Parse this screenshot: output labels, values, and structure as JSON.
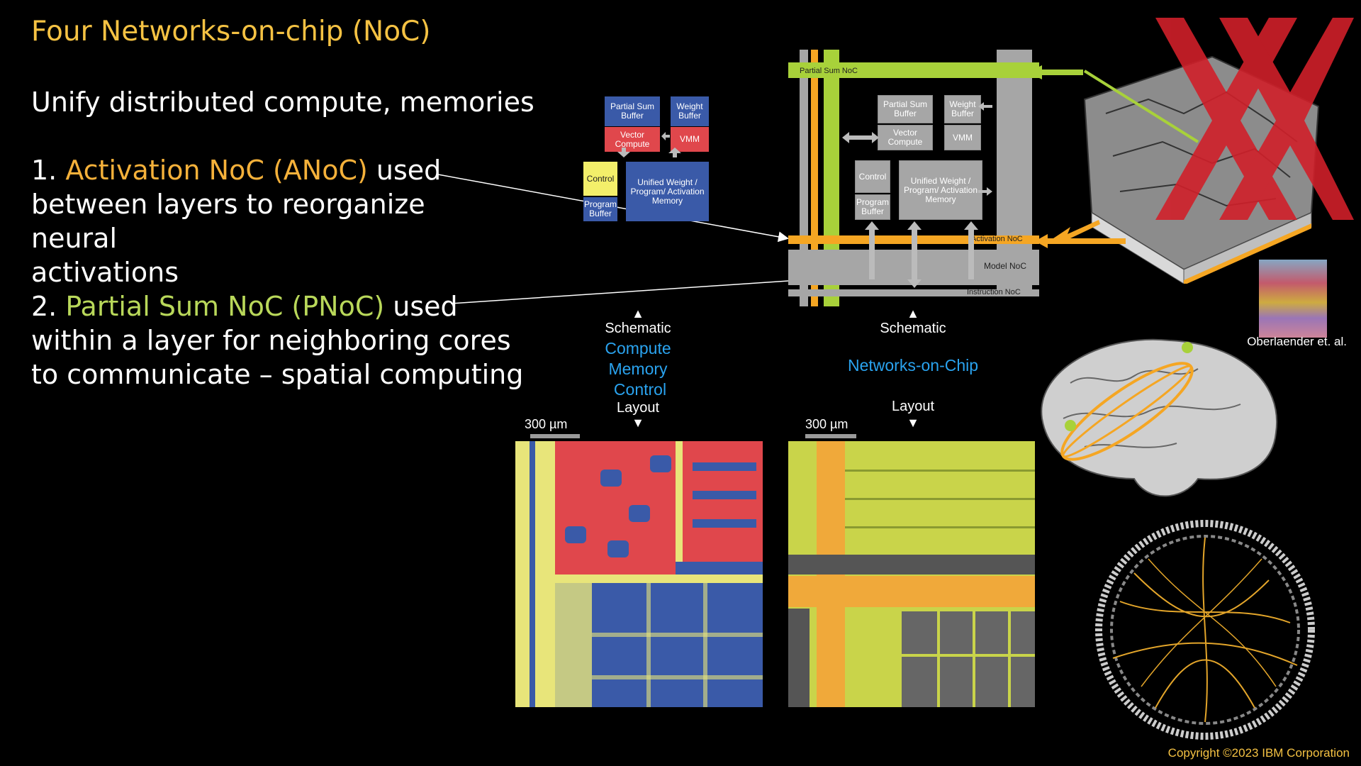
{
  "slide": {
    "title": "Four Networks-on-chip (NoC)",
    "subtitle": "Unify distributed compute, memories",
    "item1": {
      "number": "1. ",
      "highlight": "Activation NoC (ANoC)",
      "rest_line1": " used",
      "line2": "between layers to reorganize neural",
      "line3": "activations"
    },
    "item2": {
      "number": "2. ",
      "highlight": "Partial Sum NoC (PNoC)",
      "rest_line1": " used",
      "line2": "within a layer for neighboring cores",
      "line3": "to communicate – spatial computing"
    },
    "copyright": "Copyright ©2023 IBM Corporation",
    "credit": "Oberlaender et. al."
  },
  "left_diagram": {
    "partial_sum_buffer": "Partial Sum Buffer",
    "weight_buffer": "Weight Buffer",
    "vector_compute": "Vector Compute",
    "vmm": "VMM",
    "control": "Control",
    "program_buffer": "Program Buffer",
    "unified_memory": "Unified Weight / Program/ Activation Memory",
    "schematic": "Schematic",
    "compute": "Compute",
    "memory": "Memory",
    "control_label": "Control",
    "layout": "Layout",
    "scale": "300 µm"
  },
  "right_diagram": {
    "partial_sum_noc": "Partial Sum NoC",
    "activation_noc": "Activation NoC",
    "model_noc": "Model NoC",
    "instruction_noc": "Instruction NoC",
    "partial_sum_buffer": "Partial Sum Buffer",
    "weight_buffer": "Weight Buffer",
    "vector_compute": "Vector Compute",
    "vmm": "VMM",
    "control": "Control",
    "program_buffer": "Program Buffer",
    "unified_memory": "Unified Weight / Program/ Activation Memory",
    "schematic": "Schematic",
    "networks_on_chip": "Networks-on-Chip",
    "layout": "Layout",
    "scale": "300 µm"
  },
  "colors": {
    "title": "#f5c243",
    "activation": "#f5b13a",
    "partial_sum": "#b9d85a",
    "blue_label": "#2aa3ef",
    "block_blue": "#3a5aa8",
    "block_red": "#e0474c",
    "block_yellow": "#f3ef6a"
  }
}
